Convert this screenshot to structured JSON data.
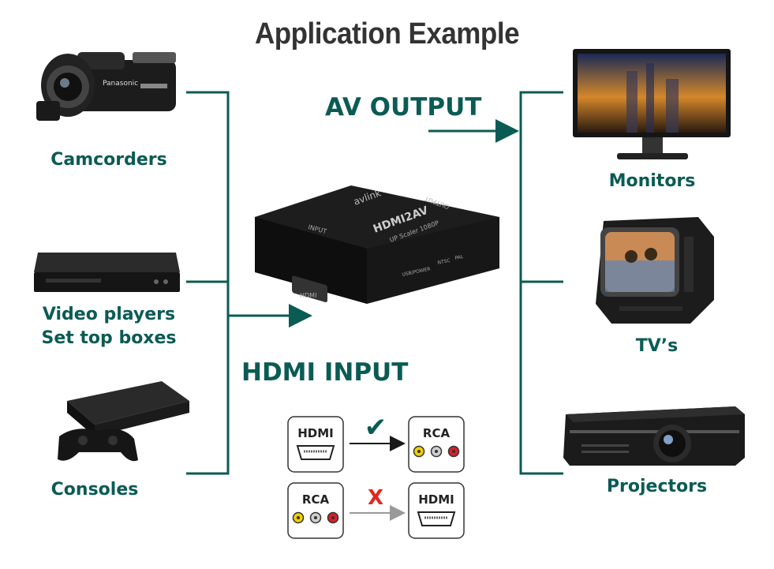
{
  "title": "Application Example",
  "sources": [
    {
      "label": "Camcorders",
      "icon": "camcorder-icon",
      "device_text": "Panasonic"
    },
    {
      "label": "Video players\nSet top boxes",
      "icon": "video-player-icon"
    },
    {
      "label": "Consoles",
      "icon": "game-console-icon"
    }
  ],
  "outputs": [
    {
      "label": "Monitors",
      "icon": "monitor-icon"
    },
    {
      "label": "TV’s",
      "icon": "crt-tv-icon"
    },
    {
      "label": "Projectors",
      "icon": "projector-icon"
    }
  ],
  "av_output_label": "AV OUTPUT",
  "hdmi_input_label": "HDMI INPUT",
  "converter": {
    "brand": "avlink",
    "model": "HDMI2AV",
    "subtitle": "UP Scaler 1080P",
    "input_label": "INPUT",
    "output_label": "OUTPUT",
    "port_label": "HDMI",
    "switch_labels": [
      "USB/POWER",
      "NTSC",
      "PAL"
    ]
  },
  "compatibility": [
    {
      "from": "HDMI",
      "to": "RCA",
      "status": "supported",
      "mark": "✔"
    },
    {
      "from": "RCA",
      "to": "HDMI",
      "status": "not-supported",
      "mark": "X"
    }
  ],
  "colors": {
    "line": "#0b5b55",
    "label": "#0b5b55",
    "check": "#0b5b55",
    "cross": "#e0281f",
    "rca_yellow": "#f0d000",
    "rca_white": "#cfcfcf",
    "rca_red": "#d81f26"
  }
}
